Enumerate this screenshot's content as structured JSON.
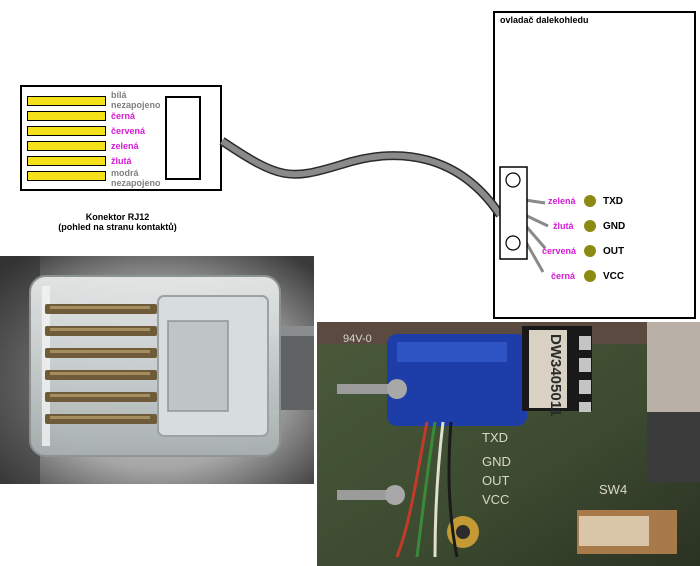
{
  "colors": {
    "pin_fill": "#f4e11a",
    "magenta": "#d41ad4",
    "gray": "#808080",
    "dot": "#8c8a12",
    "cable": "#7d7d7d"
  },
  "connector": {
    "caption_line1": "Konektor RJ12",
    "caption_line2": "(pohled na stranu kontaktů)",
    "wires": [
      {
        "color_name": "bílá",
        "note": "nezapojeno",
        "connected": false
      },
      {
        "color_name": "černá",
        "note": "",
        "connected": true
      },
      {
        "color_name": "červená",
        "note": "",
        "connected": true
      },
      {
        "color_name": "zelená",
        "note": "",
        "connected": true
      },
      {
        "color_name": "žlutá",
        "note": "",
        "connected": true
      },
      {
        "color_name": "modrá",
        "note": "nezapojeno",
        "connected": false
      }
    ]
  },
  "controller": {
    "title": "ovladač dalekohledu",
    "pins": [
      {
        "wire": "zelená",
        "signal": "TXD"
      },
      {
        "wire": "žlutá",
        "signal": "GND"
      },
      {
        "wire": "červená",
        "signal": "OUT"
      },
      {
        "wire": "černá",
        "signal": "VCC"
      }
    ]
  },
  "photos": {
    "rj12_photo": "RJ12 plug close-up photo",
    "pcb_photo": "controller PCB photo",
    "pcb_text": {
      "chip_label": "DW3405011",
      "switch_label": "SW4",
      "pin_txd": "TXD",
      "pin_gnd": "GND",
      "pin_out": "OUT",
      "pin_vcc": "VCC",
      "side_code": "94V-0"
    }
  }
}
